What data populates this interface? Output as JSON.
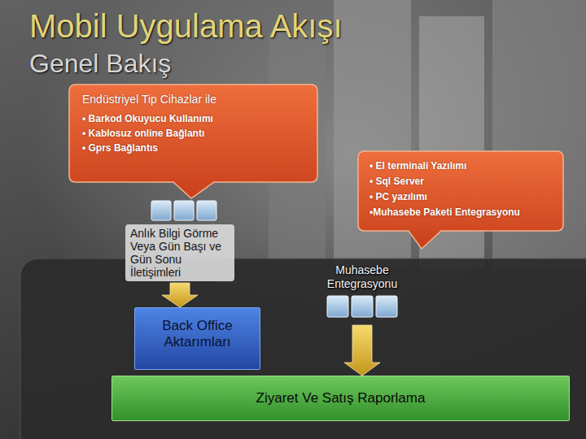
{
  "diagram": {
    "title": "Mobil Uygulama Akışı",
    "nodes": [
      {
        "text": [
          "Endüstriyel Tip Cihazlar ile",
          "• Barkod Okuyucu Kullanımı",
          "• Kablosuz online Bağlantı",
          "• Gprs Bağlantıs"
        ]
      },
      {
        "text": [
          "• El terminali Yazılımı",
          "• Sql Server",
          "• PC yazılımı",
          "•Muhasebe Paketi Entegrasyonu"
        ]
      },
      {
        "text": [
          "Anlık Bilgi Görme Veya Gün Başı ve Gün Sonu İletişimleri"
        ]
      },
      {
        "text": [
          "Muhasebe Entegrasyonu"
        ]
      },
      {
        "text": [
          "Back Office Aktarımları"
        ]
      },
      {
        "text": [
          "Ziyaret Ve Satış Raporlama"
        ]
      }
    ],
    "edges": [
      {
        "from": 2,
        "to": 4,
        "arrow": "to"
      },
      {
        "from": 3,
        "to": 5,
        "arrow": "to"
      }
    ],
    "labels": [
      "Genel Bakış"
    ]
  }
}
